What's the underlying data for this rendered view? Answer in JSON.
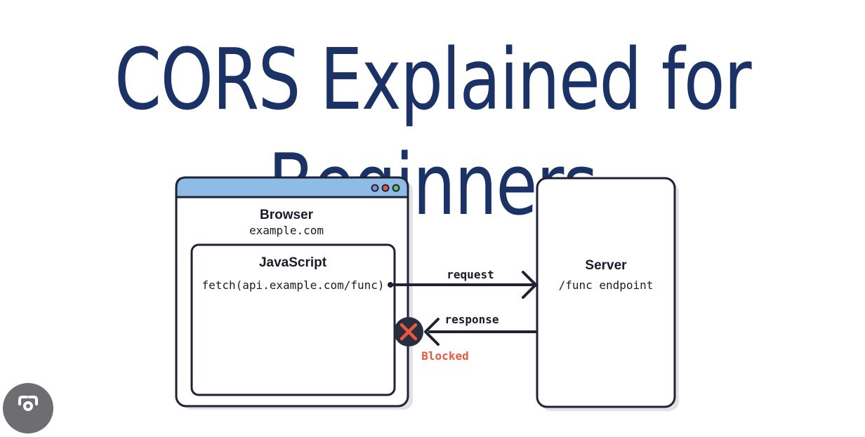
{
  "title": "CORS Explained for Beginners",
  "browser": {
    "label": "Browser",
    "origin": "example.com"
  },
  "javascript": {
    "label": "JavaScript",
    "code": "fetch(api.example.com/func)"
  },
  "server": {
    "label": "Server",
    "endpoint": "/func endpoint"
  },
  "arrows": {
    "request": "request",
    "response": "response"
  },
  "status": {
    "blocked": "Blocked"
  },
  "colors": {
    "title": "#1b3266",
    "titlebar": "#8fbce6",
    "blocked": "#e8583f",
    "stroke": "#1f2233"
  },
  "icons": {
    "window_dots": [
      "#8a8cc7",
      "#e35a4c",
      "#6cc05a"
    ],
    "block": "x-circle-icon",
    "lens": "lens-icon"
  }
}
